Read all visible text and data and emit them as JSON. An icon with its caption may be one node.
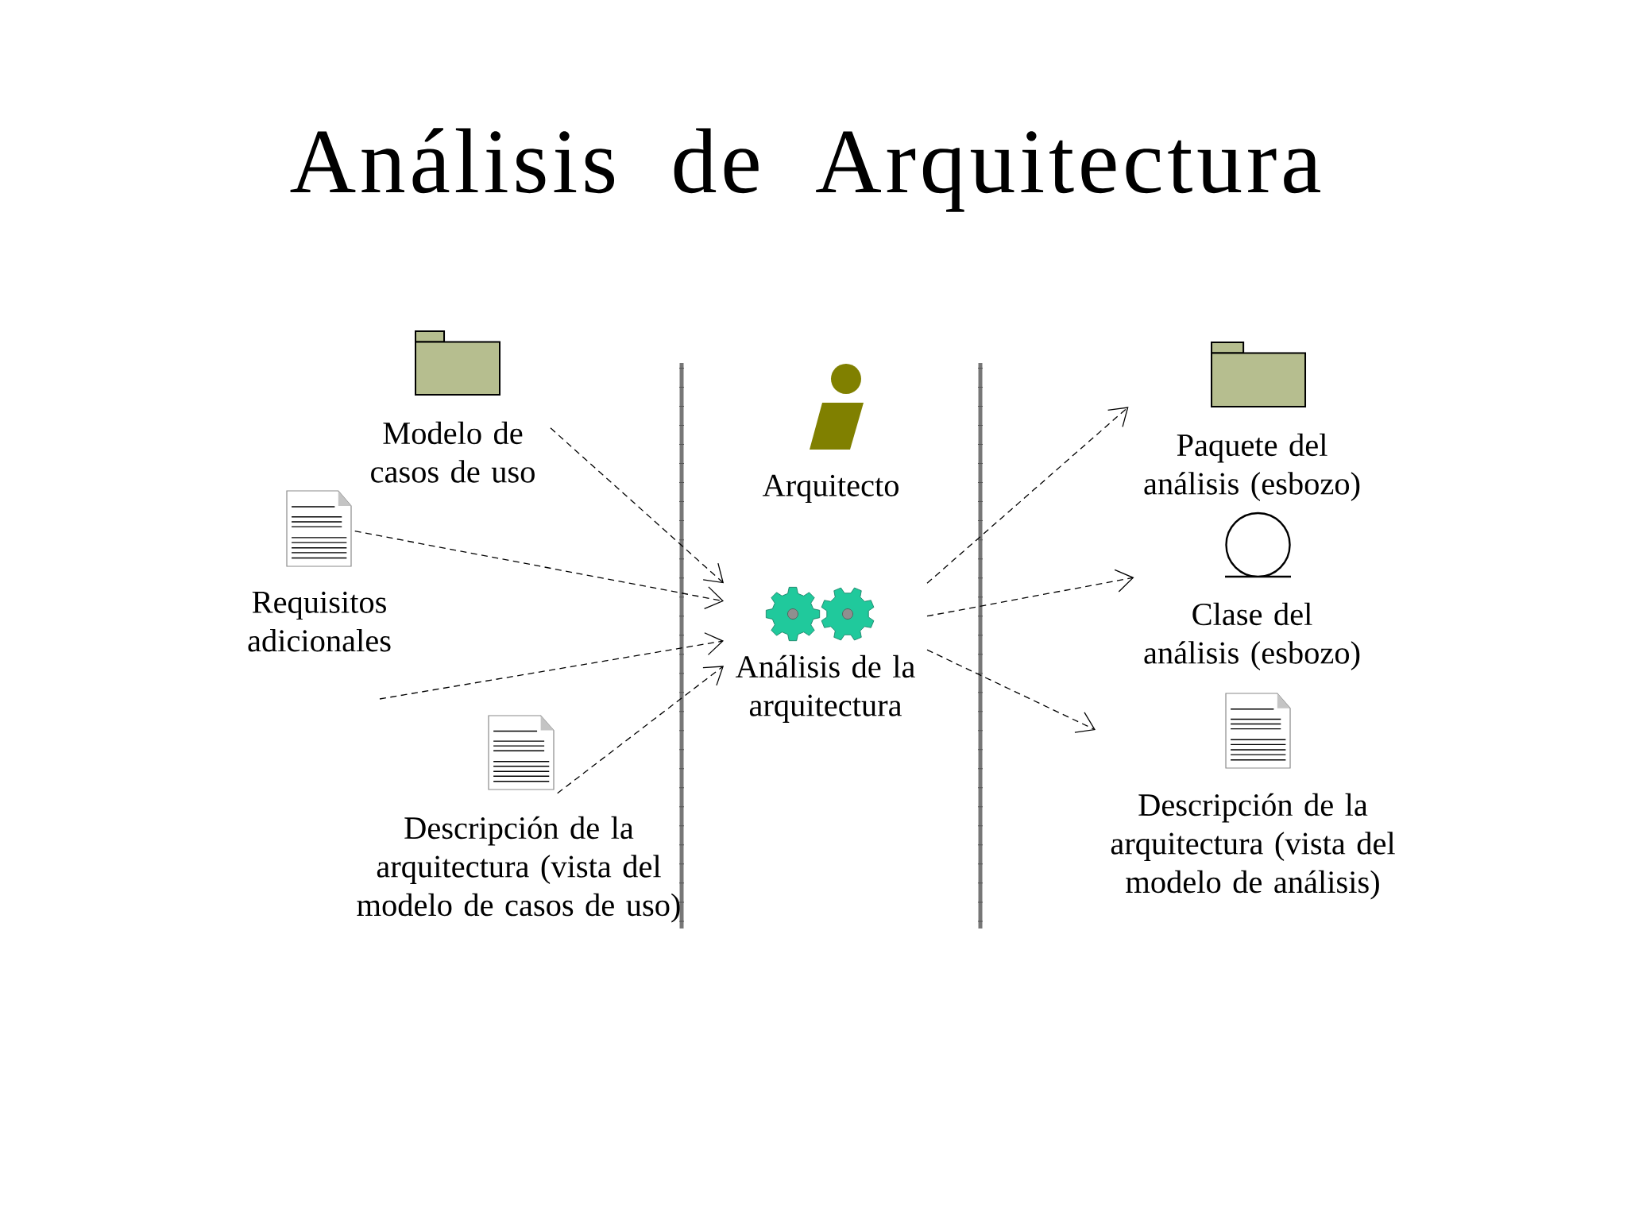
{
  "diagram": {
    "title": "Análisis de Arquitectura",
    "nodes": [
      {
        "text": [
          "Modelo de casos de uso"
        ]
      },
      {
        "text": [
          "Requisitos adicionales"
        ]
      },
      {
        "text": [
          "Descripción de la arquitectura (vista del modelo de casos de uso)"
        ]
      },
      {
        "text": [
          "Arquitecto"
        ]
      },
      {
        "text": [
          "Análisis de la arquitectura"
        ]
      },
      {
        "text": [
          "Paquete del análisis (esbozo)"
        ]
      },
      {
        "text": [
          "Clase del análisis (esbozo)"
        ]
      },
      {
        "text": [
          "Descripción de la arquitectura (vista del modelo de análisis)"
        ]
      }
    ],
    "edges": [
      {
        "from": 0,
        "to": 4,
        "arrow": "to",
        "style": "dashed"
      },
      {
        "from": 1,
        "to": 4,
        "arrow": "to",
        "style": "dashed"
      },
      {
        "from": null,
        "to": 4,
        "arrow": "to",
        "style": "dashed"
      },
      {
        "from": 2,
        "to": 4,
        "arrow": "to",
        "style": "dashed"
      },
      {
        "from": 4,
        "to": 5,
        "arrow": "to",
        "style": "dashed"
      },
      {
        "from": 4,
        "to": 6,
        "arrow": "to",
        "style": "dashed"
      },
      {
        "from": 4,
        "to": 7,
        "arrow": "to",
        "style": "dashed"
      }
    ]
  }
}
